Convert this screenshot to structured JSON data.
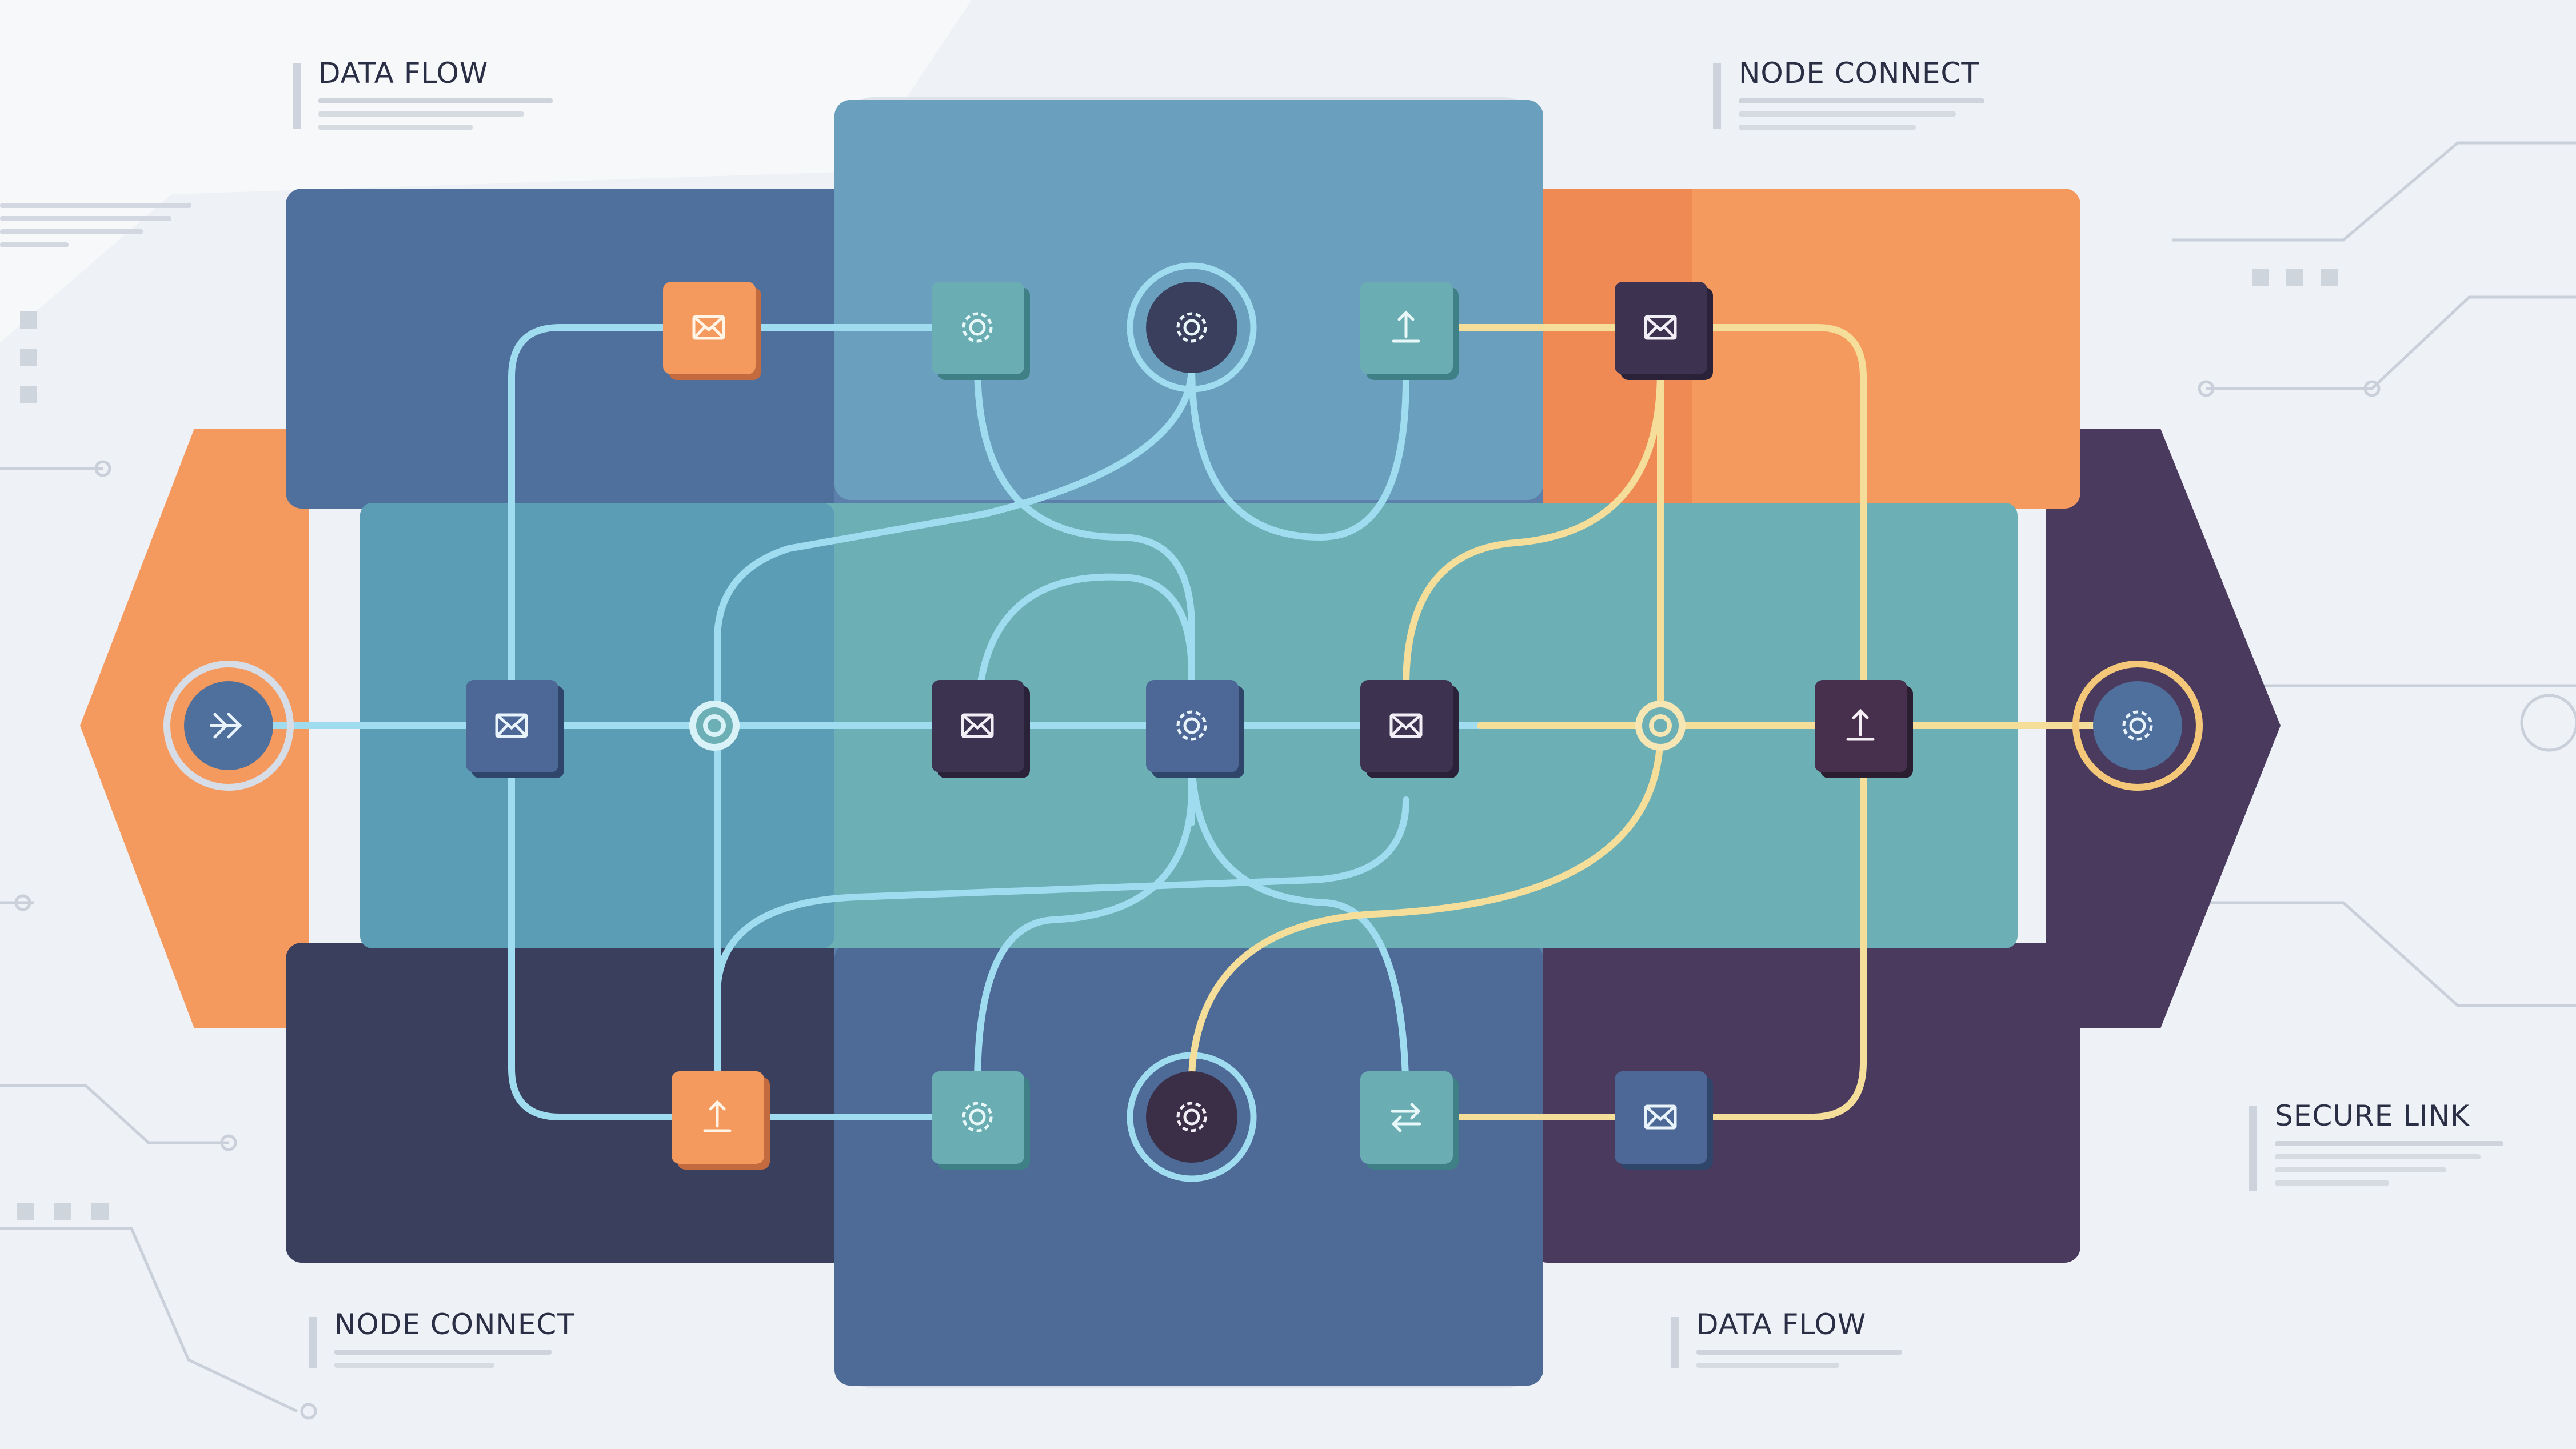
{
  "labels": {
    "top_left": "DATA FLOW",
    "top_right": "NODE CONNECT",
    "right": "SECURE LINK",
    "bottom_left": "NODE CONNECT",
    "bottom_right": "DATA FLOW"
  },
  "colors": {
    "background": "#eef1f5",
    "steel_blue": "#4f6f9c",
    "sky_blue": "#6a9fbd",
    "teal": "#6cb0b6",
    "orange": "#f59a5e",
    "plum": "#4a3a5e",
    "dark_slate": "#3b3f5e",
    "link_blue": "#9fdcf0",
    "link_yellow": "#f5dd9a"
  },
  "nodes": {
    "top_row": [
      "mail-icon",
      "gear-icon",
      "gear-icon",
      "upload-icon",
      "mail-icon"
    ],
    "middle_row": [
      "fast-forward-icon",
      "mail-icon",
      "junction",
      "mail-icon",
      "gear-icon",
      "mail-icon",
      "junction",
      "upload-icon",
      "gear-icon"
    ],
    "bottom_row": [
      "upload-icon",
      "gear-icon",
      "gear-icon",
      "swap-arrows-icon",
      "mail-icon"
    ]
  }
}
